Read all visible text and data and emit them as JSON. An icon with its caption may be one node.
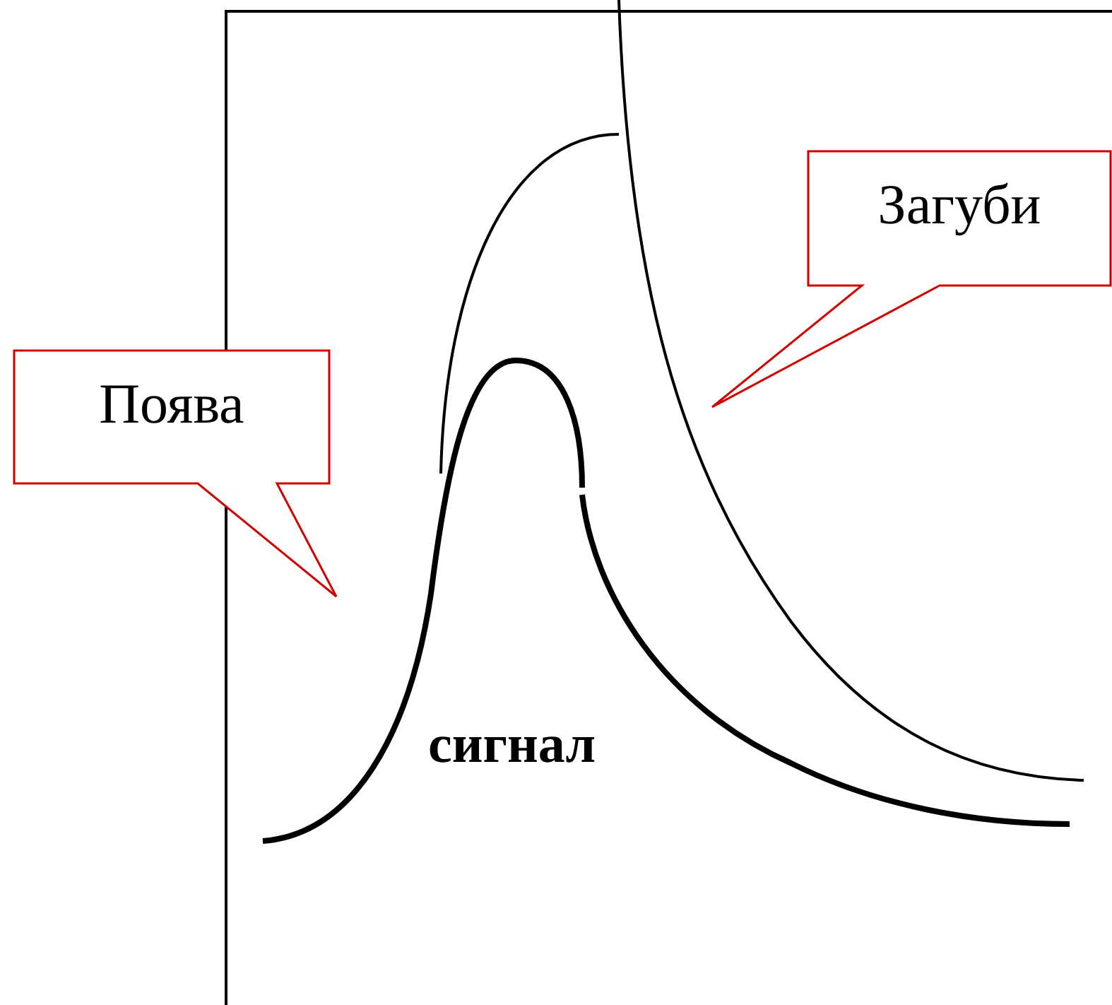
{
  "diagram": {
    "nodes": [
      {
        "text": [
          "Поява"
        ]
      },
      {
        "text": [
          "Загуби"
        ]
      }
    ],
    "labels": [
      "сигнал"
    ]
  }
}
